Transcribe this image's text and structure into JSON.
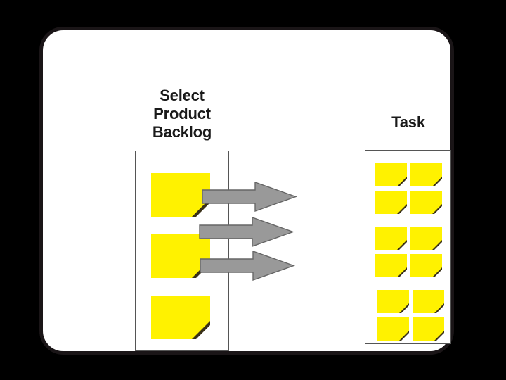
{
  "slide": {
    "background_color": "#000000",
    "frame_color": "#1a1517",
    "frame_fill": "#ffffff"
  },
  "palette": {
    "note_yellow": "#fff200",
    "note_curl_shadow": "#3a3118",
    "arrow_fill": "#999999",
    "arrow_stroke": "#666666",
    "panel_border": "#555555",
    "text_color": "#1a1a1a"
  },
  "headings": {
    "backlog": "Select\nProduct\nBacklog",
    "task": "Task"
  },
  "backlog_panel": {
    "name": "product-backlog-panel",
    "note_count": 3,
    "notes": [
      {
        "id": "backlog-note-1"
      },
      {
        "id": "backlog-note-2"
      },
      {
        "id": "backlog-note-3"
      }
    ]
  },
  "task_panel": {
    "name": "task-panel",
    "note_count": 12,
    "groups": [
      {
        "id": "task-group-1",
        "notes": [
          {
            "id": "task-note-1"
          },
          {
            "id": "task-note-2"
          },
          {
            "id": "task-note-3"
          },
          {
            "id": "task-note-4"
          }
        ]
      },
      {
        "id": "task-group-2",
        "notes": [
          {
            "id": "task-note-5"
          },
          {
            "id": "task-note-6"
          },
          {
            "id": "task-note-7"
          },
          {
            "id": "task-note-8"
          }
        ]
      },
      {
        "id": "task-group-3",
        "notes": [
          {
            "id": "task-note-9"
          },
          {
            "id": "task-note-10"
          },
          {
            "id": "task-note-11"
          },
          {
            "id": "task-note-12"
          }
        ]
      }
    ]
  },
  "arrows": [
    {
      "id": "arrow-1",
      "direction": "right"
    },
    {
      "id": "arrow-2",
      "direction": "right"
    },
    {
      "id": "arrow-3",
      "direction": "right"
    }
  ]
}
